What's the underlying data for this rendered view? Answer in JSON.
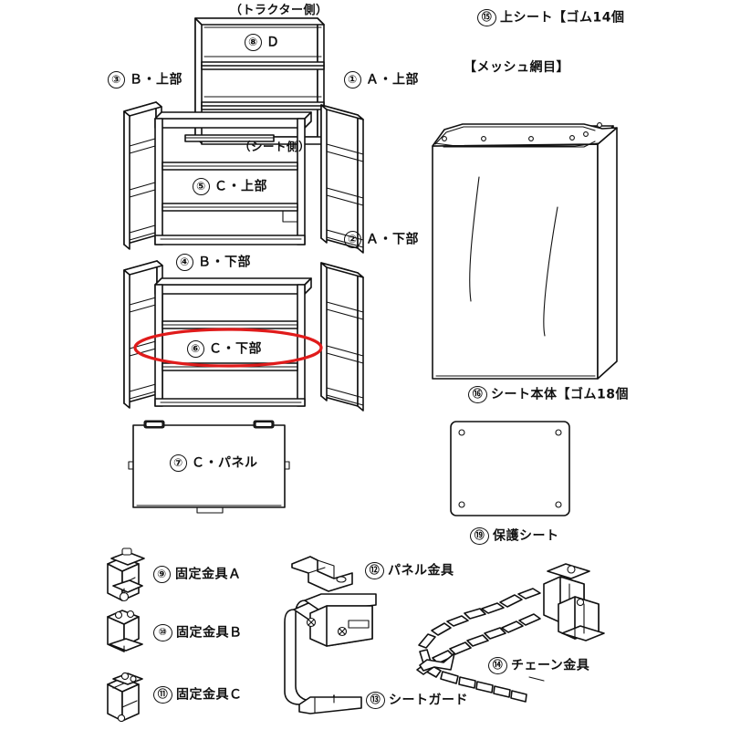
{
  "document": {
    "title": "トラクター用シート組立部品図",
    "background_color": "#ffffff",
    "line_color": "#111111",
    "highlight_color": "#e01b1b"
  },
  "annotations": {
    "tractor_side": "（トラクター側）",
    "seat_side": "（シート側）",
    "mesh": "【メッシュ網目】"
  },
  "parts": [
    {
      "id": "p1",
      "num": "①",
      "label": "Ａ・上部",
      "full": "① Ａ・上部"
    },
    {
      "id": "p2",
      "num": "②",
      "label": "Ａ・下部",
      "full": "② Ａ・下部"
    },
    {
      "id": "p3",
      "num": "③",
      "label": "Ｂ・上部",
      "full": "③ Ｂ・上部"
    },
    {
      "id": "p4",
      "num": "④",
      "label": "Ｂ・下部",
      "full": "④ Ｂ・下部"
    },
    {
      "id": "p5",
      "num": "⑤",
      "label": "Ｃ・上部",
      "full": "⑤ Ｃ・上部"
    },
    {
      "id": "p6",
      "num": "⑥",
      "label": "Ｃ・下部",
      "full": "⑥ Ｃ・下部",
      "highlighted": true
    },
    {
      "id": "p7",
      "num": "⑦",
      "label": "Ｃ・パネル",
      "full": "⑦ Ｃ・パネル"
    },
    {
      "id": "p8",
      "num": "⑧",
      "label": "Ｄ",
      "full": "⑧ Ｄ"
    },
    {
      "id": "p9",
      "num": "⑨",
      "label": "固定金具Ａ",
      "full": "⑨ 固定金具Ａ"
    },
    {
      "id": "p10",
      "num": "⑩",
      "label": "固定金具Ｂ",
      "full": "⑩ 固定金具Ｂ"
    },
    {
      "id": "p11",
      "num": "⑪",
      "label": "固定金具Ｃ",
      "full": "⑪ 固定金具Ｃ"
    },
    {
      "id": "p12",
      "num": "⑫",
      "label": "パネル金具",
      "full": "⑫ パネル金具"
    },
    {
      "id": "p13",
      "num": "⑬",
      "label": "シートガード",
      "full": "⑬ シートガード"
    },
    {
      "id": "p14",
      "num": "⑭",
      "label": "チェーン金具",
      "full": "⑭ チェーン金具"
    },
    {
      "id": "p15",
      "num": "⑮",
      "label": "上シート【ゴム14個",
      "full": "⑮ 上シート【ゴム14個"
    },
    {
      "id": "p16",
      "num": "⑯",
      "label": "シート本体【ゴム18個",
      "full": "⑯ シート本体【ゴム18個"
    },
    {
      "id": "p19",
      "num": "⑲",
      "label": "保護シート",
      "full": "⑲ 保護シート"
    }
  ],
  "highlight": {
    "target_part": "⑥ Ｃ・下部",
    "shape": "ellipse",
    "color": "#e01b1b"
  }
}
